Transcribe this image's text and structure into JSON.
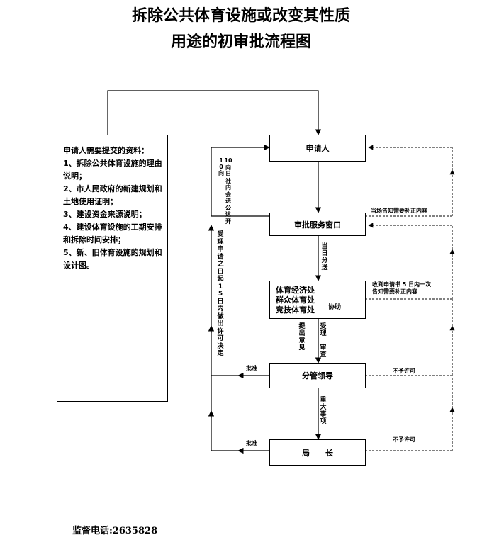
{
  "title": {
    "line1": "拆除公共体育设施或改变其性质",
    "line2": "用途的初审批流程图"
  },
  "materials": {
    "heading": "申请人需要提交的资料：",
    "items": [
      "1、拆除公共体育设施的理由说明；",
      "2、市人民政府的新建规划和土地使用证明；",
      "3、建设资金来源说明；",
      "4、建设体育设施的工期安排和拆除时间安排；",
      "5、新、旧体育设施的规划和设计图。"
    ]
  },
  "nodes": {
    "applicant": "申请人",
    "service_window": "审批服务窗口",
    "departments": [
      "体育经济处",
      "群众体育处",
      "竞技体育处"
    ],
    "assist": "协助",
    "division_leader": "分管领导",
    "bureau_chief_1": "局",
    "bureau_chief_2": "长"
  },
  "labels": {
    "deliver_10_days": "10向日社内会送公达开",
    "notify_onsite": "当场告知需要补正内容",
    "same_day": "当日分送",
    "notify_5_days_1": "收到申请书 5 日内一次",
    "notify_5_days_2": "告知需要补正内容",
    "decision_15_days": "受理申请之日起15日内做出许可决定",
    "opinion": "提出意见",
    "accept": "受理",
    "review": "审查",
    "approve_1": "批准",
    "not_permit_1": "不予许可",
    "major_matters": "重大事项",
    "approve_2": "批准",
    "not_permit_2": "不予许可"
  },
  "footer": {
    "phone": "监督电话:2635828"
  }
}
